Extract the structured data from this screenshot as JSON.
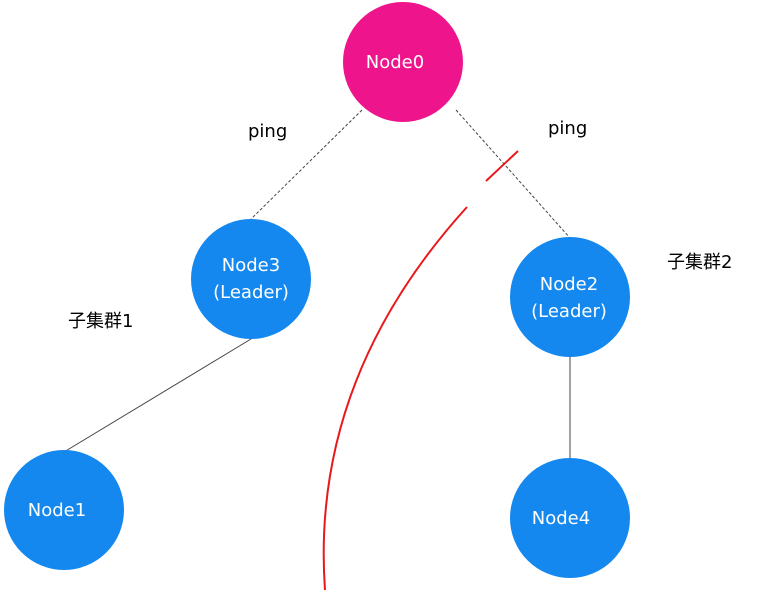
{
  "colors": {
    "root_node": "#ee148c",
    "node": "#1488ee",
    "cut": "#e8181b",
    "edge": "#444444"
  },
  "nodes": {
    "node0": {
      "line1": "Node0",
      "line2": ""
    },
    "node3": {
      "line1": "Node3",
      "line2": "(Leader)"
    },
    "node2": {
      "line1": "Node2",
      "line2": "(Leader)"
    },
    "node1": {
      "line1": "Node1",
      "line2": ""
    },
    "node4": {
      "line1": "Node4",
      "line2": ""
    }
  },
  "edges": {
    "ping_left": "ping",
    "ping_right": "ping"
  },
  "clusters": {
    "cluster1": "子集群1",
    "cluster2": "子集群2"
  }
}
